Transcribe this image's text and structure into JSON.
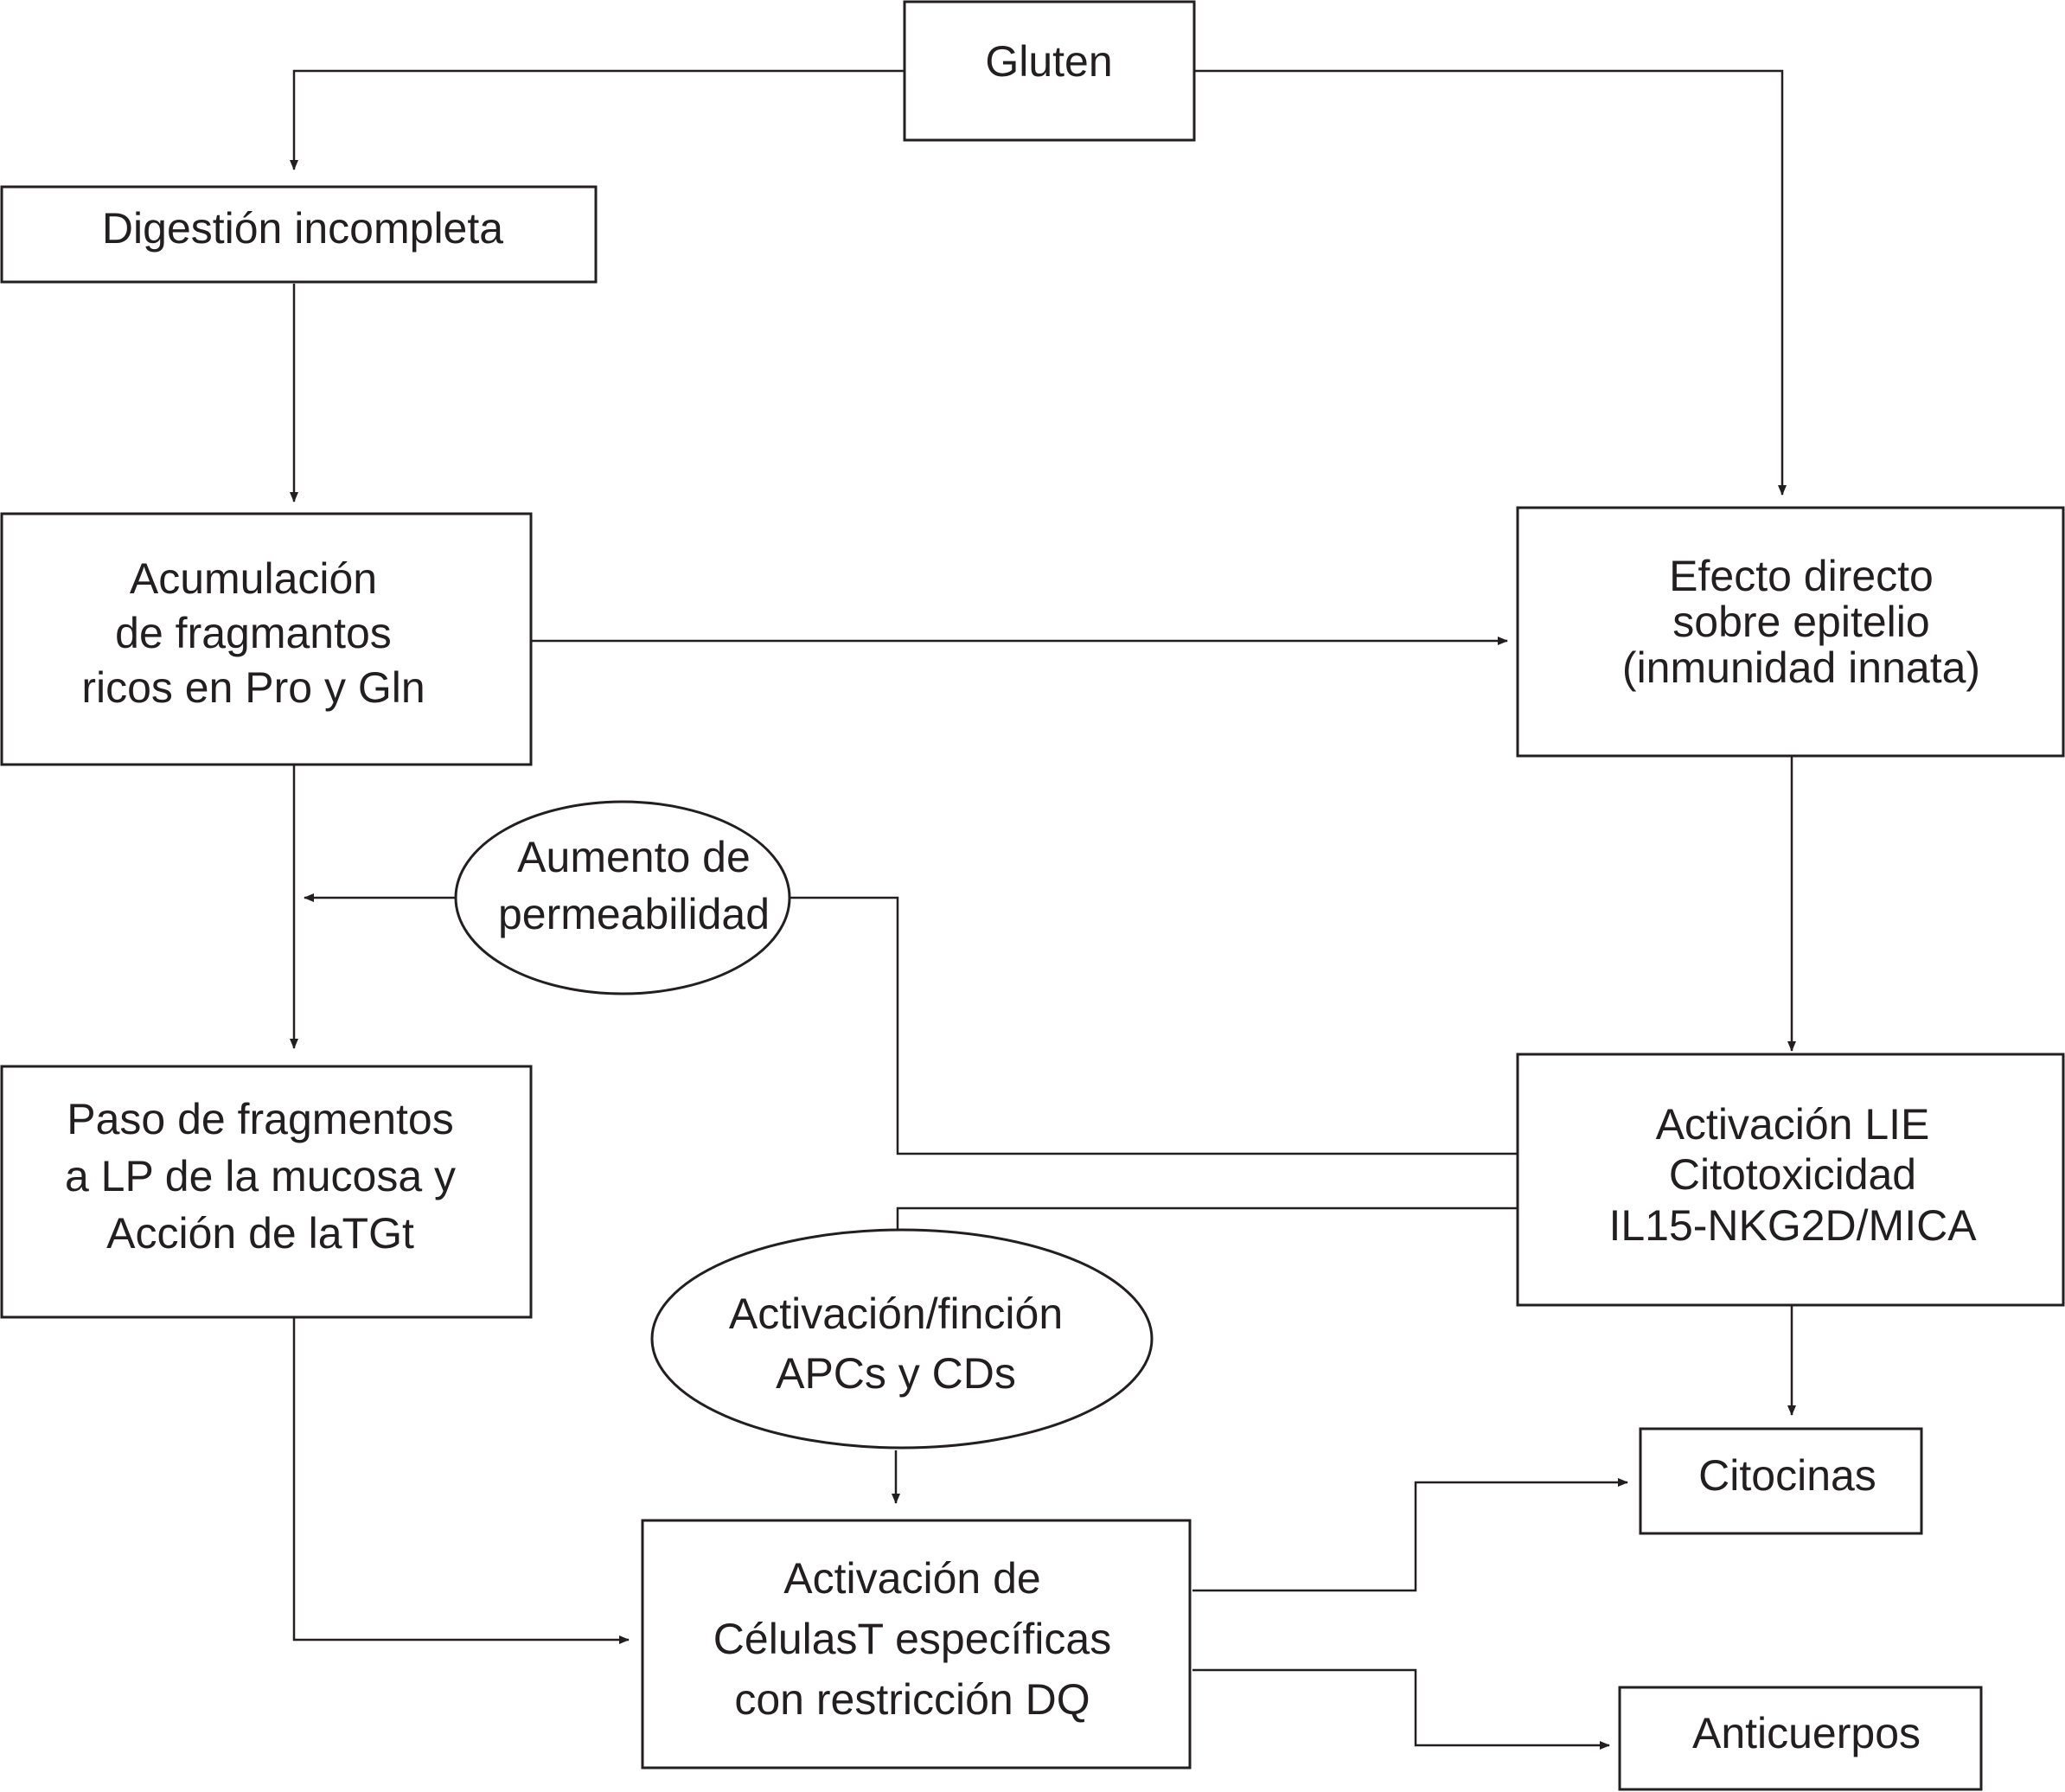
{
  "nodes": {
    "gluten": {
      "lines": [
        "Gluten"
      ]
    },
    "digestion": {
      "lines": [
        "Digestión incompleta"
      ]
    },
    "accumulation": {
      "lines": [
        "Acumulación",
        "de fragmantos",
        "ricos en Pro y Gln"
      ]
    },
    "direct_effect": {
      "lines": [
        "Efecto directo",
        "sobre epitelio",
        "(inmunidad innata)"
      ]
    },
    "permeability": {
      "lines": [
        "Aumento de",
        "permeabilidad"
      ]
    },
    "passage": {
      "lines": [
        "Paso de fragmentos",
        "a LP de la mucosa y",
        "Acción de laTGt"
      ]
    },
    "lie_activation": {
      "lines": [
        "Activación LIE",
        "Citotoxicidad",
        "IL15-NKG2D/MICA"
      ]
    },
    "apc_activation": {
      "lines": [
        "Activación/finción",
        "APCs y CDs"
      ]
    },
    "tcell_activation": {
      "lines": [
        "Activación de",
        "CélulasT específicas",
        "con restricción DQ"
      ]
    },
    "cytokines": {
      "lines": [
        "Citocinas"
      ]
    },
    "antibodies": {
      "lines": [
        "Anticuerpos"
      ]
    }
  },
  "colors": {
    "ink": "#231f20",
    "background": "#ffffff"
  }
}
